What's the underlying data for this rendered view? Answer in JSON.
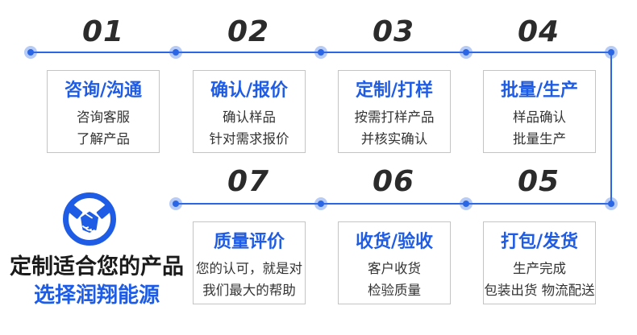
{
  "colors": {
    "accent_blue": "#1f5ce6",
    "line_blue": "#2b66e4",
    "number_dark": "#2b2b2b",
    "body_text": "#333333",
    "box_border": "#c4c4c4"
  },
  "flow": {
    "steps": [
      {
        "number": "01",
        "title": "咨询/沟通",
        "lines": [
          "咨询客服",
          "了解产品"
        ]
      },
      {
        "number": "02",
        "title": "确认/报价",
        "lines": [
          "确认样品",
          "针对需求报价"
        ]
      },
      {
        "number": "03",
        "title": "定制/打样",
        "lines": [
          "按需打样产品",
          "并核实确认"
        ]
      },
      {
        "number": "04",
        "title": "批量/生产",
        "lines": [
          "样品确认",
          "批量生产"
        ]
      },
      {
        "number": "05",
        "title": "打包/发货",
        "lines": [
          "生产完成",
          "包装出货 物流配送"
        ]
      },
      {
        "number": "06",
        "title": "收货/验收",
        "lines": [
          "客户收货",
          "检验质量"
        ]
      },
      {
        "number": "07",
        "title": "质量评价",
        "lines": [
          "您的认可，就是对",
          "我们最大的帮助"
        ]
      }
    ]
  },
  "footer": {
    "icon": "handshake-icon",
    "line1": "定制适合您的产品",
    "line2": "选择润翔能源"
  }
}
